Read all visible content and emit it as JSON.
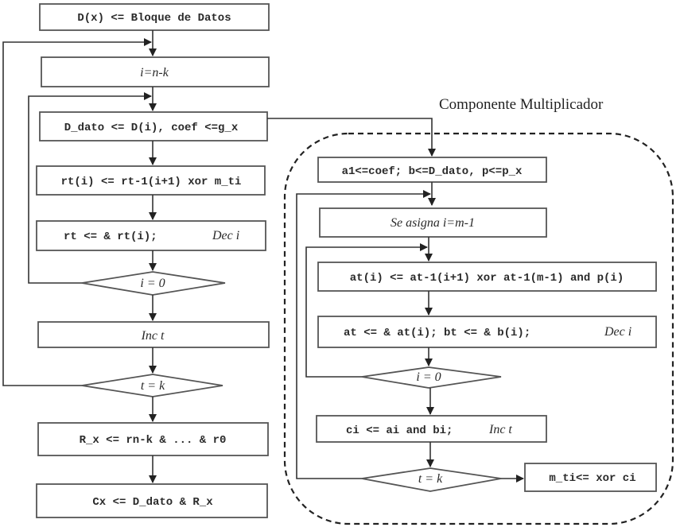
{
  "component_title": "Componente Multiplicador",
  "main_flow": {
    "load_block": "D(x) <= Bloque de Datos",
    "init_i": "i=n-k",
    "load_data": "D_dato <= D(i), coef <=g_x",
    "rt_xor": "rt(i) <= rt-1(i+1) xor m_ti",
    "rt_concat": "rt <= & rt(i);",
    "rt_concat_dec": "Dec i",
    "cond_i": "i = 0",
    "inc_t": "Inc t",
    "cond_t": "t = k",
    "rx_concat": "R_x <= rn-k & ... & r0",
    "cx_out": "Cx <= D_dato & R_x"
  },
  "multiplier": {
    "init": "a1<=coef; b<=D_dato, p<=p_x",
    "assign_i": "Se asigna i=m-1",
    "at_xor": "at(i) <= at-1(i+1) xor at-1(m-1) and p(i)",
    "at_bt_concat": "at <= & at(i); bt <= & b(i);",
    "at_bt_dec": "Dec i",
    "cond_i": "i = 0",
    "ci_and": "ci <= ai and bi;",
    "ci_inc": "Inc t",
    "cond_t": "t = k",
    "mti_out": "m_ti<= xor ci"
  }
}
